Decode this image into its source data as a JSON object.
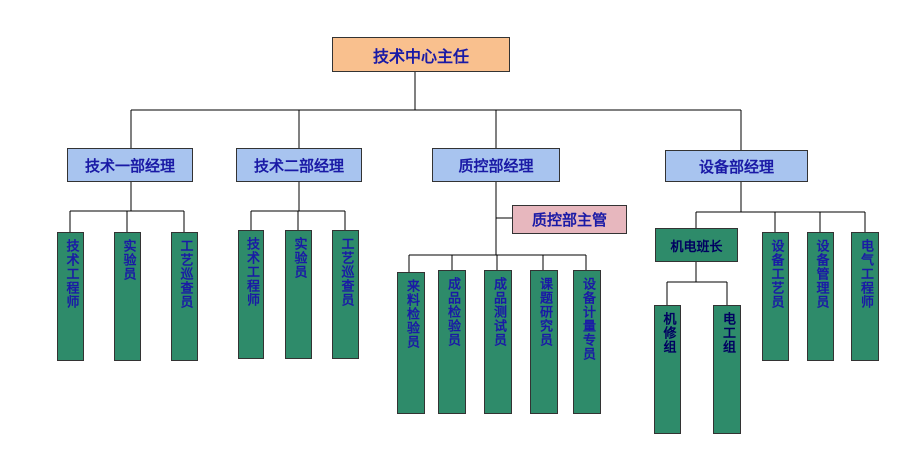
{
  "root": "技术中心主任",
  "managers": {
    "tech1": "技术一部经理",
    "tech2": "技术二部经理",
    "qc": "质控部经理",
    "equip": "设备部经理"
  },
  "qc_supervisor": "质控部主管",
  "electro_team_lead": "机电班长",
  "tech1_staff": [
    "技术工程师",
    "实验员",
    "工艺巡查员"
  ],
  "tech2_staff": [
    "技术工程师",
    "实验员",
    "工艺巡查员"
  ],
  "qc_staff": [
    "来料检验员",
    "成品检验员",
    "成品测试员",
    "课题研究员",
    "设备计量专员"
  ],
  "electro_groups": [
    "机修组",
    "电工组"
  ],
  "equip_staff": [
    "设备工艺员",
    "设备管理员",
    "电气工程师"
  ]
}
